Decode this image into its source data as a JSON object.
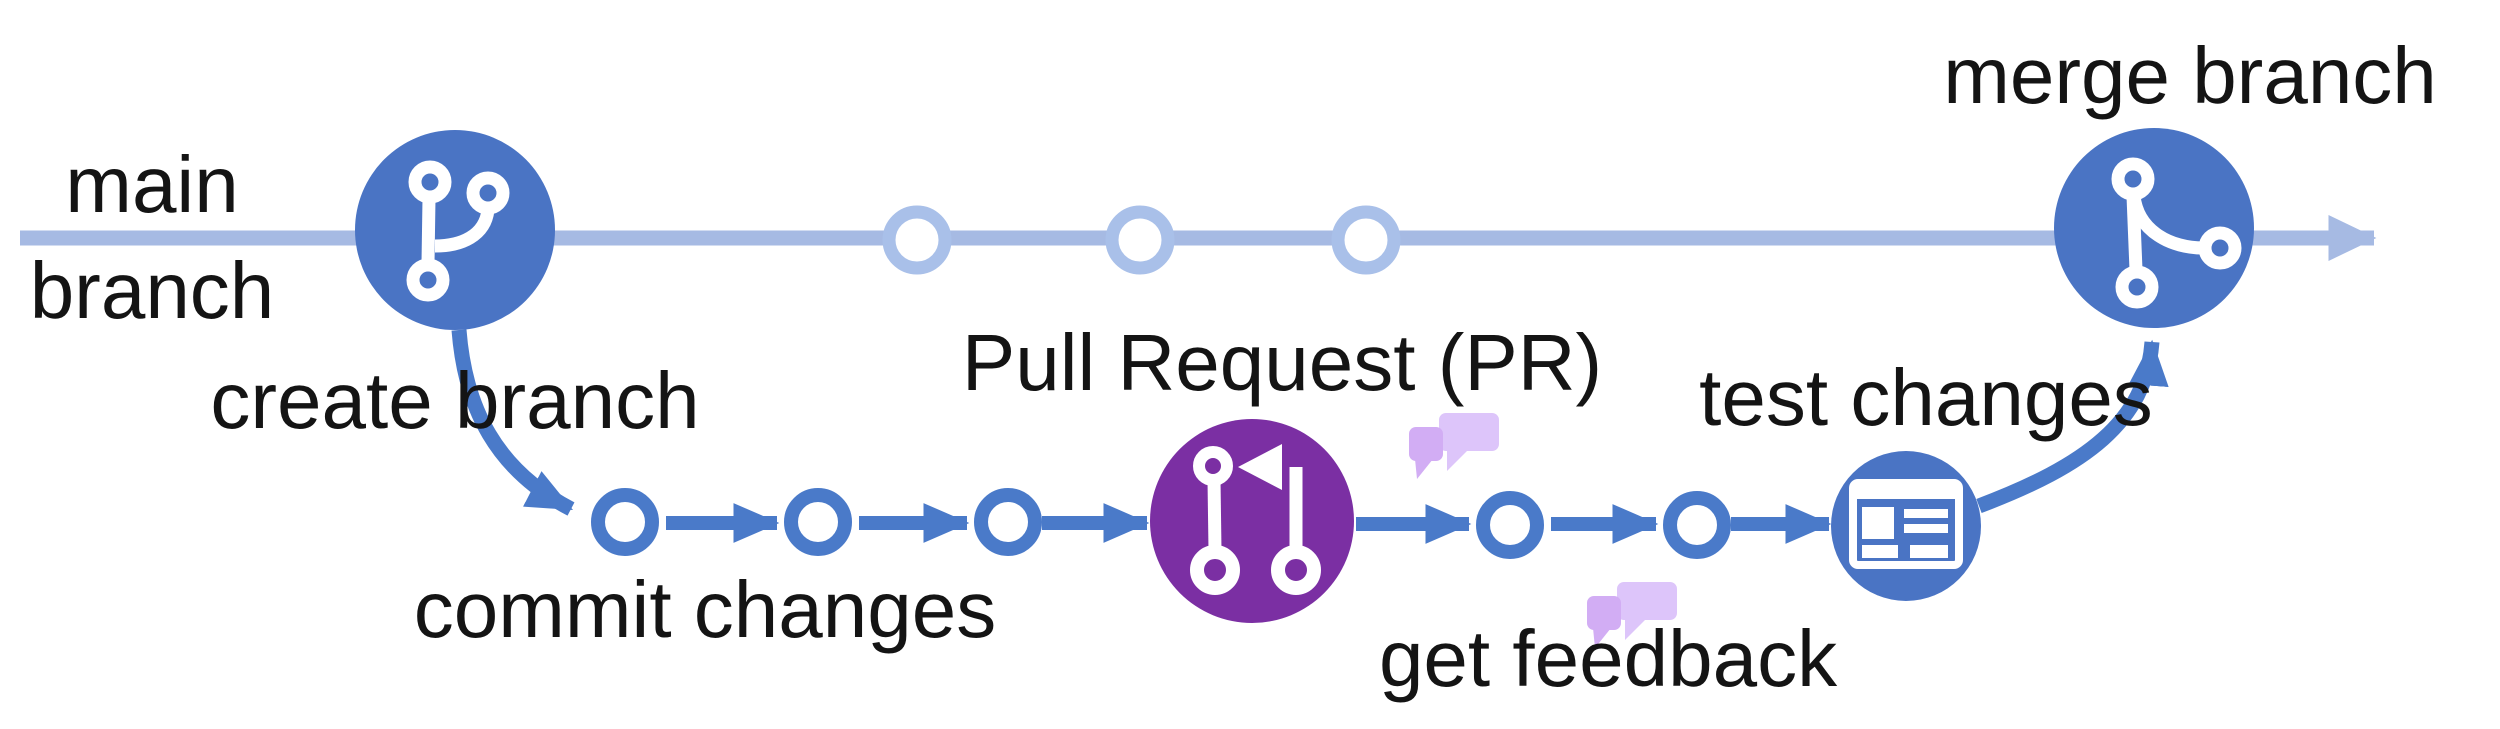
{
  "diagram": {
    "description_labels": {
      "main_branch_line1": "main",
      "main_branch_line2": "branch",
      "create_branch": "create branch",
      "commit_changes": "commit changes",
      "pull_request": "Pull Request (PR)",
      "get_feedback": "get feedback",
      "test_changes": "test changes",
      "merge_branch": "merge branch"
    },
    "icons": {
      "create_node": "git-branch-icon",
      "merge_node": "git-merge-icon",
      "pr_node": "git-pull-request-icon",
      "test_node": "browser-window-icon",
      "feedback_upper": "chat-bubbles-icon",
      "feedback_lower": "chat-bubbles-icon"
    },
    "counts": {
      "ghost_commits_on_main": 3,
      "feature_branch_commits": 3,
      "post_pr_commits": 2
    }
  },
  "colors": {
    "node_blue": "#4a74c4",
    "branch_blue": "#4a7ac9",
    "light_blue": "#a6bae3",
    "ghost_blue": "#a9c0e9",
    "purple": "#7b2fa3",
    "bubble_light": "#ddc5fa",
    "bubble_dark": "#d2adf4",
    "text_color": "#141414"
  }
}
